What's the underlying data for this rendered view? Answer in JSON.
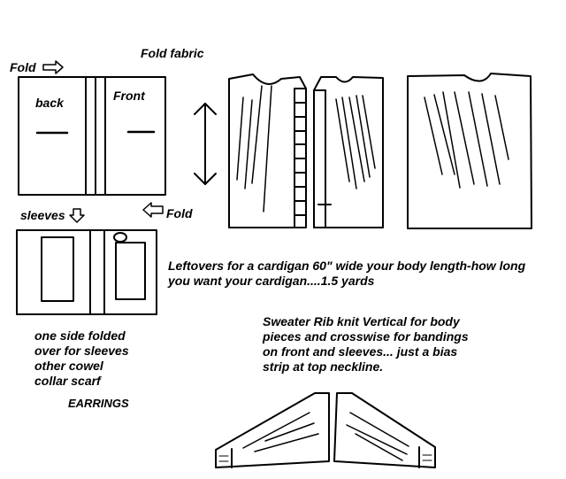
{
  "labels": {
    "fold_fabric": "Fold fabric",
    "fold_top": "Fold",
    "back": "back",
    "front": "Front",
    "sleeves": "sleeves",
    "fold_bottom": "Fold",
    "one_side_1": "one side folded",
    "one_side_2": "over for sleeves",
    "one_side_3": "other cowel",
    "one_side_4": "collar scarf",
    "earrings": "EARRINGS",
    "leftovers_1": "Leftovers for a cardigan  60\" wide your body length-how long",
    "leftovers_2": "you want your cardigan....1.5 yards",
    "rib_1": "Sweater Rib knit  Vertical for body",
    "rib_2": "pieces and crosswise for bandings",
    "rib_3": "on front and sleeves... just a bias",
    "rib_4": "strip at top neckline."
  },
  "icons": {
    "arrow_right": "arrow-right",
    "arrow_down": "arrow-down",
    "arrow_left": "arrow-left",
    "double_arrow": "double-arrow-vertical"
  },
  "colors": {
    "ink": "#000000",
    "paper": "#ffffff"
  }
}
